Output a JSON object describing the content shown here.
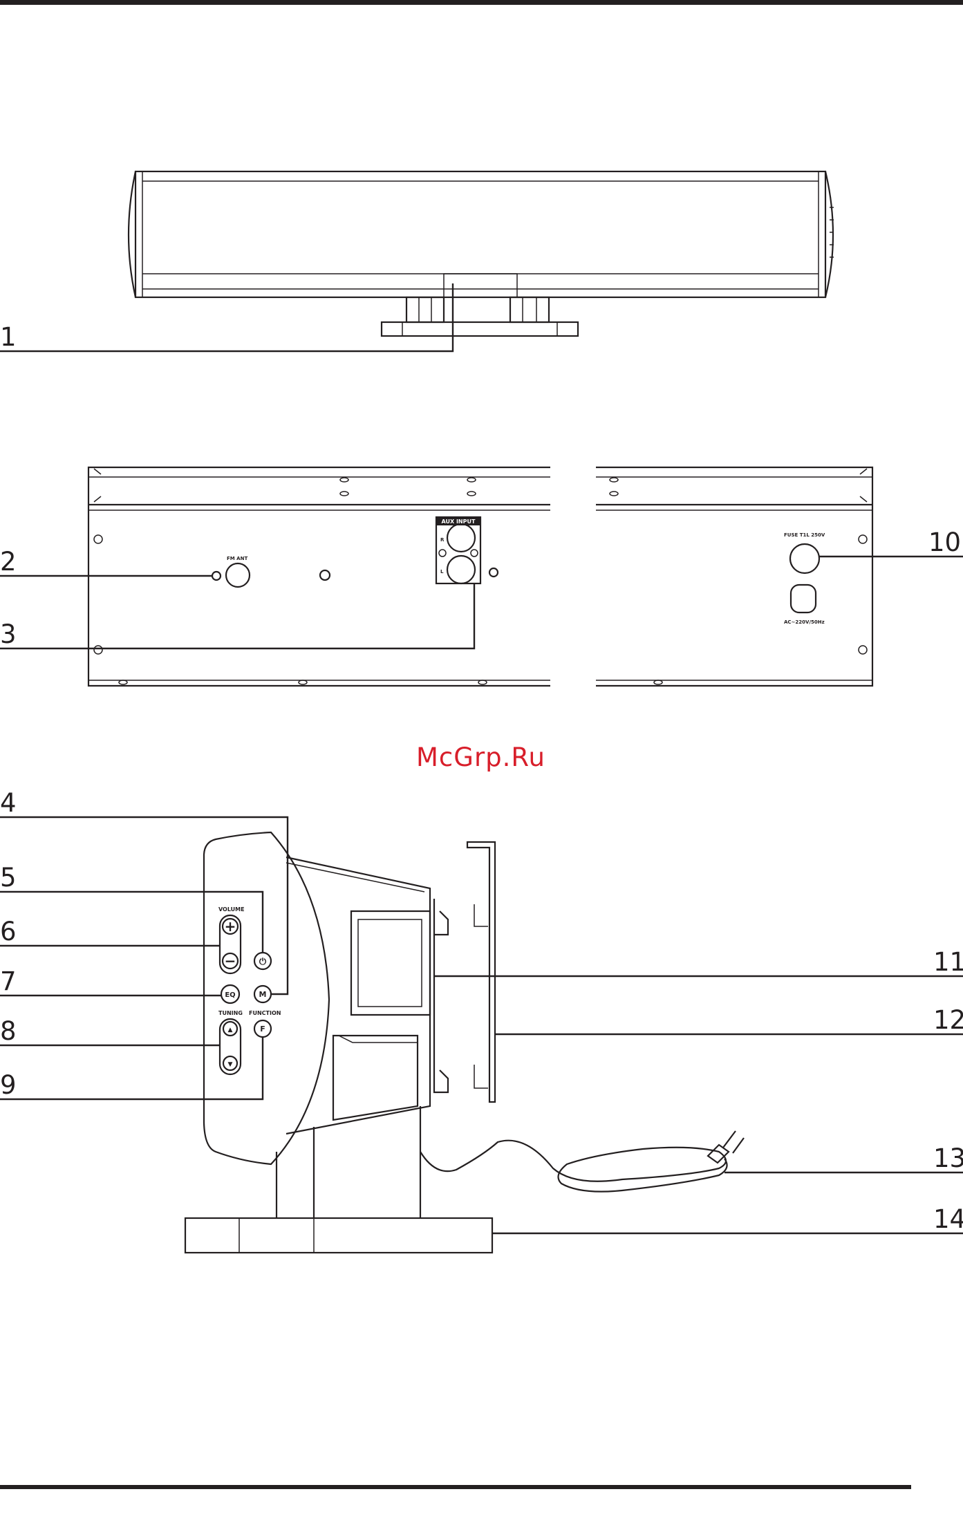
{
  "watermark": "McGrp.Ru",
  "callouts": [
    "1",
    "2",
    "3",
    "4",
    "5",
    "6",
    "7",
    "8",
    "9",
    "10",
    "11",
    "12",
    "13",
    "14"
  ],
  "rear_panel": {
    "fm_ant": "FM ANT",
    "aux_input": "AUX INPUT",
    "aux_r": "R",
    "aux_l": "L",
    "fuse": "FUSE T1L 250V",
    "ac": "AC~220V/50Hz"
  },
  "side_panel": {
    "volume": "VOLUME",
    "tuning": "TUNING",
    "function": "FUNCTION",
    "plus": "+",
    "minus": "−",
    "eq": "EQ",
    "m": "M",
    "f": "F",
    "up": "▲",
    "down": "▼",
    "power": "⏻"
  }
}
